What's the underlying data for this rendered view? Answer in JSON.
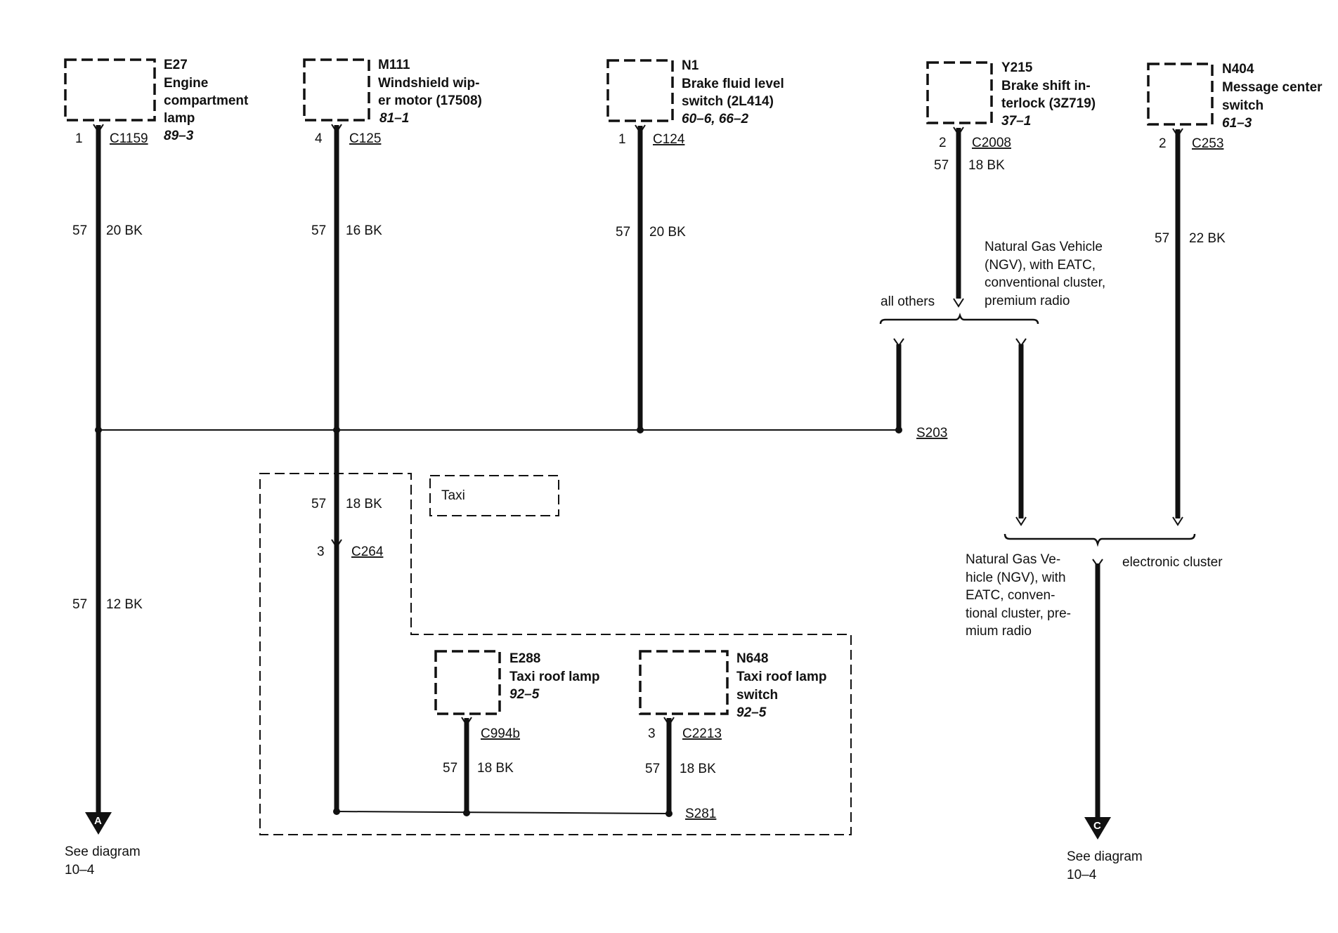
{
  "components": {
    "e27": {
      "id": "E27",
      "name_lines": [
        "Engine",
        "compartment",
        "lamp"
      ],
      "ref": "89–3",
      "pin": "1",
      "connector": "C1159",
      "circuit": "57",
      "wire": "20 BK"
    },
    "m111": {
      "id": "M111",
      "name_lines": [
        "Windshield wip-",
        "er motor (17508)"
      ],
      "ref": "81–1",
      "pin": "4",
      "connector": "C125",
      "circuit": "57",
      "wire": "16 BK"
    },
    "n1": {
      "id": "N1",
      "name_lines": [
        "Brake fluid level",
        "switch (2L414)"
      ],
      "ref": "60–6, 66–2",
      "pin": "1",
      "connector": "C124",
      "circuit": "57",
      "wire": "20 BK"
    },
    "y215": {
      "id": "Y215",
      "name_lines": [
        "Brake shift in-",
        "terlock (3Z719)"
      ],
      "ref": "37–1",
      "pin": "2",
      "connector": "C2008",
      "circuit": "57",
      "wire": "18 BK"
    },
    "n404": {
      "id": "N404",
      "name_lines": [
        "Message center",
        "switch"
      ],
      "ref": "61–3",
      "pin": "2",
      "connector": "C253",
      "circuit": "57",
      "wire": "22 BK"
    },
    "e288": {
      "id": "E288",
      "name_lines": [
        "Taxi roof lamp"
      ],
      "ref": "92–5",
      "connector": "C994b",
      "circuit": "57",
      "wire": "18 BK"
    },
    "n648": {
      "id": "N648",
      "name_lines": [
        "Taxi roof lamp",
        "switch"
      ],
      "ref": "92–5",
      "pin": "3",
      "connector": "C2213",
      "circuit": "57",
      "wire": "18 BK"
    }
  },
  "wires": {
    "e27_lower": {
      "circuit": "57",
      "wire": "12 BK"
    },
    "m111_lower": {
      "circuit": "57",
      "wire": "18 BK",
      "pin": "3",
      "connector": "C264"
    }
  },
  "splices": {
    "s203": "S203",
    "s281": "S281"
  },
  "options": {
    "taxi": "Taxi",
    "all_others": "all others",
    "ngv_upper_lines": [
      "Natural Gas Vehicle",
      "(NGV), with EATC,",
      "conventional cluster,",
      "premium radio"
    ],
    "ngv_lower_lines": [
      "Natural Gas Ve-",
      "hicle (NGV), with",
      "EATC, conven-",
      "tional cluster, pre-",
      "mium radio"
    ],
    "electronic_cluster": "electronic cluster"
  },
  "outputs": {
    "a": {
      "letter": "A",
      "lines": [
        "See diagram",
        "10–4"
      ]
    },
    "c": {
      "letter": "C",
      "lines": [
        "See diagram",
        "10–4"
      ]
    }
  }
}
